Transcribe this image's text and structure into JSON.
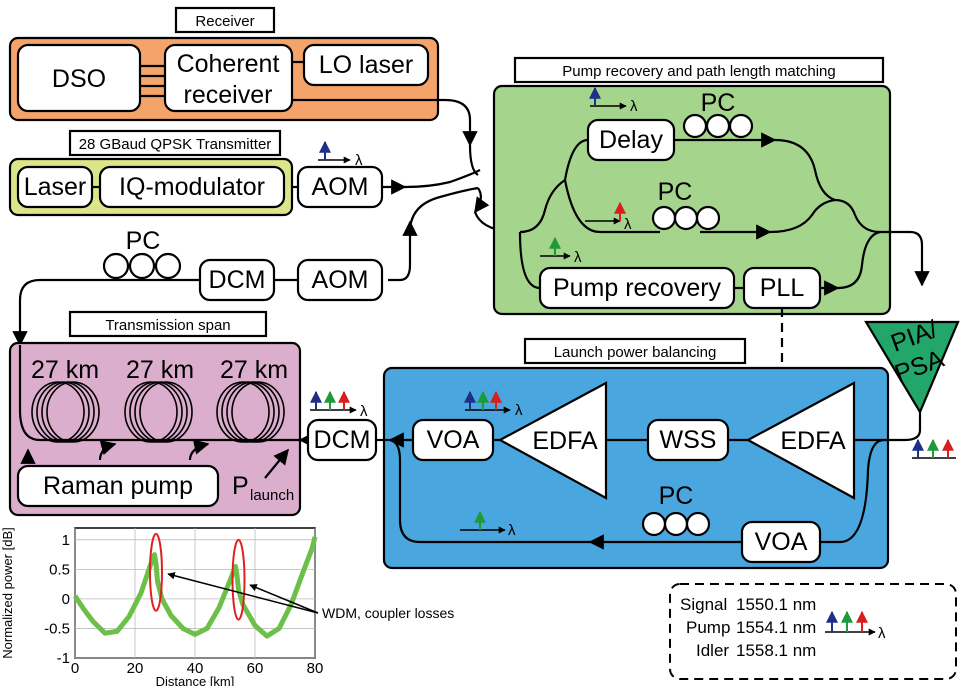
{
  "receiver": {
    "title": "Receiver",
    "dso": "DSO",
    "coherent_line1": "Coherent",
    "coherent_line2": "receiver",
    "lo": "LO laser"
  },
  "transmitter": {
    "title": "28 GBaud QPSK Transmitter",
    "laser": "Laser",
    "iq": "IQ-modulator",
    "aom": "AOM",
    "lambda": "λ"
  },
  "path": {
    "pc": "PC",
    "dcm": "DCM",
    "aom": "AOM"
  },
  "pump_recovery": {
    "title": "Pump recovery and path length matching",
    "delay": "Delay",
    "pc_top": "PC",
    "pc_mid": "PC",
    "recovery": "Pump recovery",
    "pll": "PLL",
    "lambda": "λ"
  },
  "span": {
    "title": "Transmission span",
    "km1": "27 km",
    "km2": "27 km",
    "km3": "27 km",
    "raman": "Raman pump",
    "p": "P",
    "p_sub": "launch",
    "dcm": "DCM",
    "lambda": "λ"
  },
  "pia": {
    "line1": "PIA/",
    "line2": "PSA"
  },
  "balancing": {
    "title": "Launch power balancing",
    "voa_left": "VOA",
    "edfa_left": "EDFA",
    "wss": "WSS",
    "edfa_right": "EDFA",
    "pc": "PC",
    "voa_bottom": "VOA",
    "lambda": "λ"
  },
  "legend": {
    "signal": "Signal",
    "signal_val": "1550.1 nm",
    "pump": "Pump",
    "pump_val": "1554.1 nm",
    "idler": "Idler",
    "idler_val": "1558.1 nm",
    "lambda": "λ"
  },
  "colors": {
    "receiver": "#f4a46a",
    "transmitter": "#dde58a",
    "pump_recovery": "#a5d48c",
    "span": "#dcaecd",
    "balancing": "#4aa6de",
    "pia": "#22a66a",
    "signal": "#1e2f8a",
    "pump": "#1f9a3a",
    "idler": "#d81f1f",
    "curve": "#6cc04a",
    "ellipse": "#e02020"
  },
  "chart_data": {
    "type": "line",
    "xlabel": "Distance [km]",
    "ylabel": "Normalized power [dB]",
    "xlim": [
      0,
      80
    ],
    "ylim": [
      -1,
      1.2
    ],
    "xticks": [
      "0",
      "20",
      "40",
      "60",
      "80"
    ],
    "yticks": [
      "1",
      "0.5",
      "0",
      "-0.5",
      "-1"
    ],
    "grid": true,
    "series": [
      {
        "x": [
          0,
          3,
          6,
          10,
          14,
          18,
          22,
          25,
          26.5,
          27,
          27.5,
          29,
          32,
          36,
          40,
          44,
          48,
          52,
          53.5,
          54,
          54.5,
          56,
          60,
          64,
          68,
          72,
          76,
          79,
          81
        ],
        "y": [
          0.05,
          -0.18,
          -0.38,
          -0.58,
          -0.55,
          -0.3,
          0.1,
          0.55,
          0.75,
          0.6,
          0.3,
          0.0,
          -0.28,
          -0.5,
          -0.6,
          -0.5,
          -0.15,
          0.35,
          0.55,
          0.4,
          0.15,
          -0.1,
          -0.45,
          -0.63,
          -0.5,
          -0.1,
          0.45,
          0.85,
          1.05
        ]
      }
    ],
    "markers": [
      {
        "x": 27,
        "y_min": -0.2,
        "y_max": 1.1
      },
      {
        "x": 54.5,
        "y_min": -0.35,
        "y_max": 1.0
      }
    ],
    "annotation": "WDM, coupler losses"
  }
}
